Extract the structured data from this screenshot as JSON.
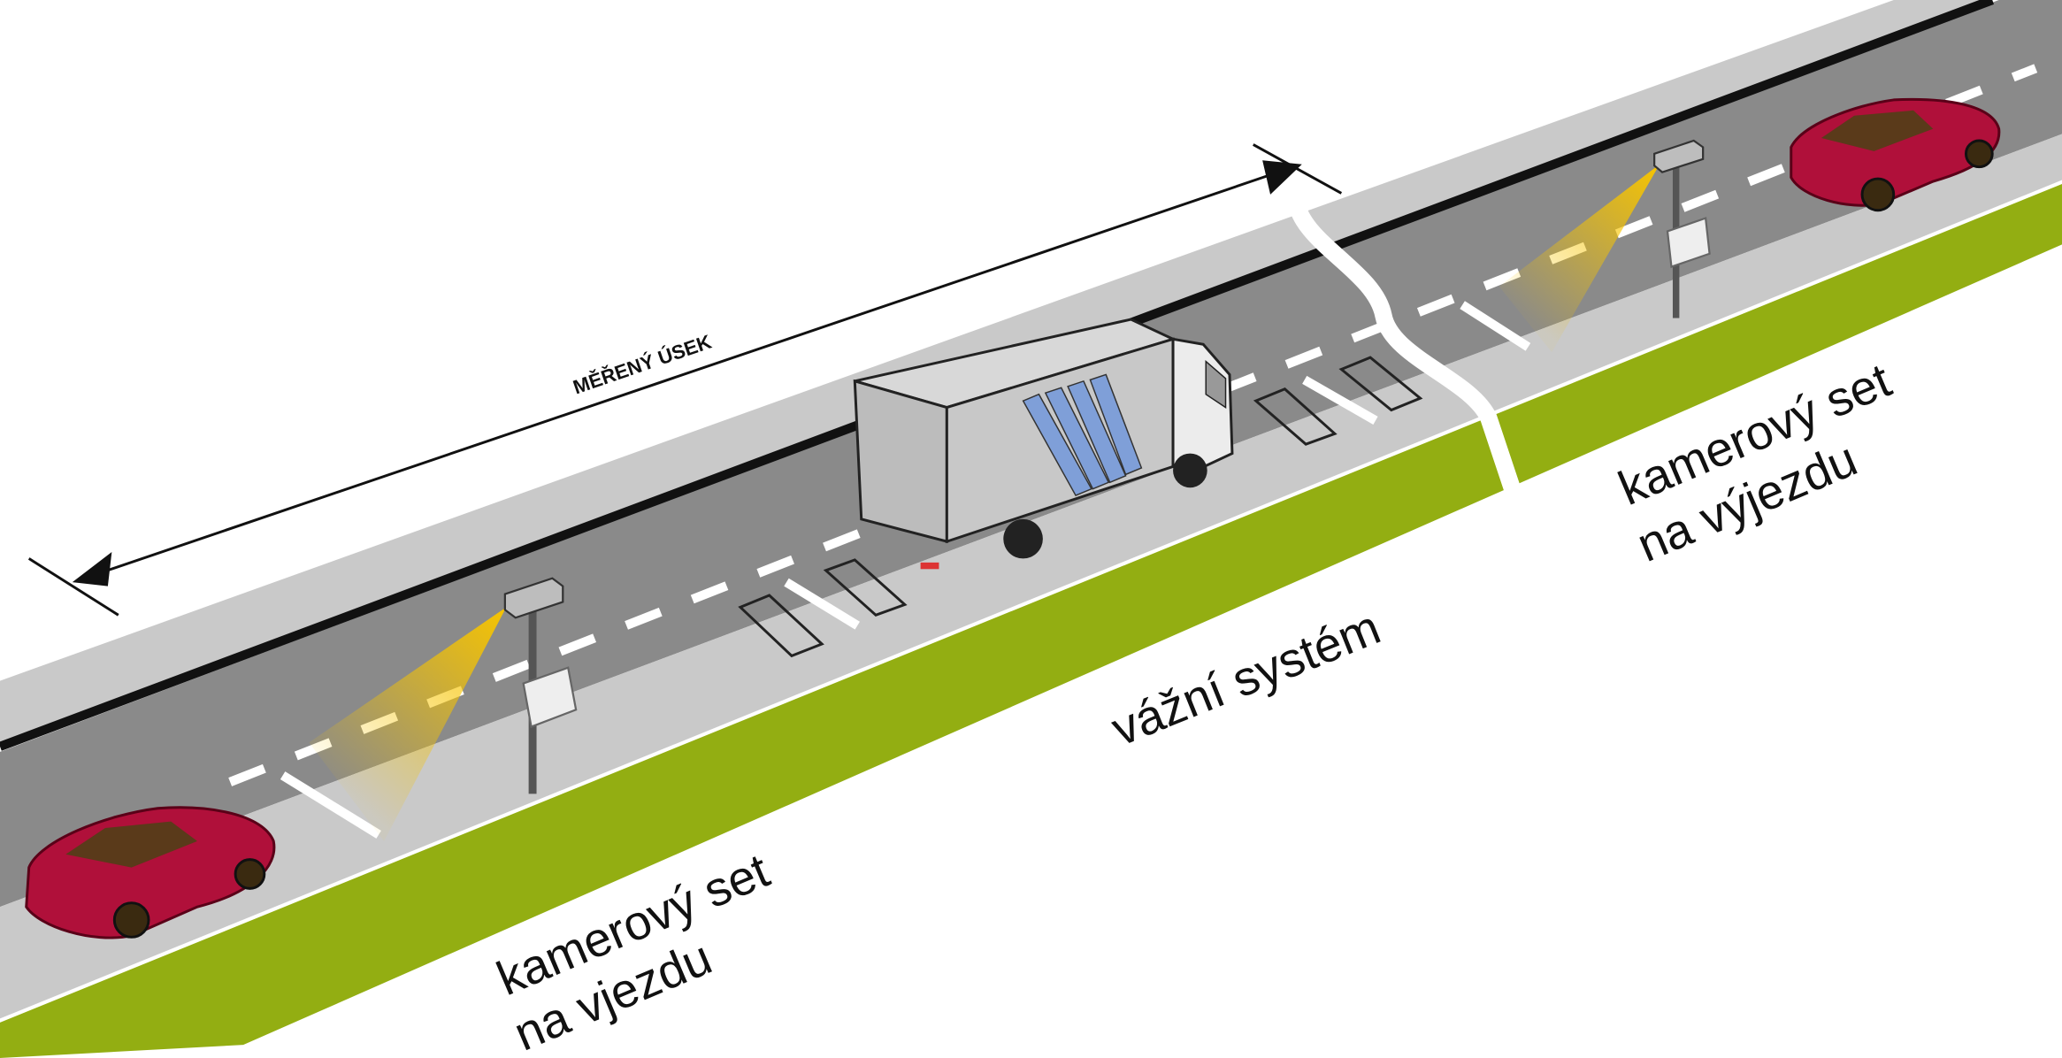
{
  "measured_section": {
    "label": "MĚŘENÝ ÚSEK"
  },
  "entry_camera": {
    "line1": "kamerový set",
    "line2": "na vjezdu"
  },
  "weighing_system": {
    "label": "vážní systém"
  },
  "exit_camera": {
    "line1": "kamerový set",
    "line2": "na výjezdu"
  },
  "colors": {
    "road": "#8a8a8a",
    "curb": "#c9c9c9",
    "grass": "#93ae12",
    "car": "#b0103a",
    "cone": "#f2c21b",
    "truck_stripes": "#7f9fd8"
  }
}
